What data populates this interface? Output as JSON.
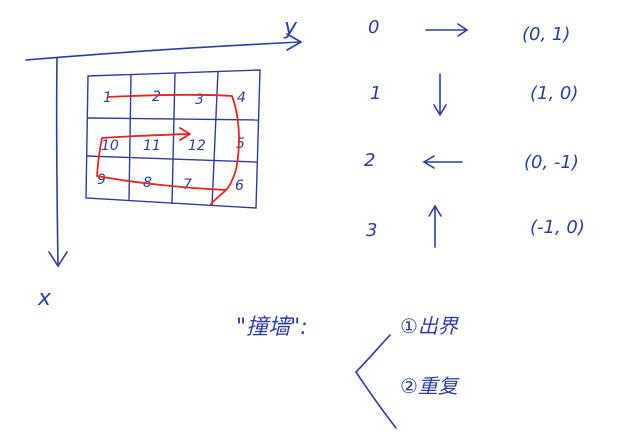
{
  "axes": {
    "y_label": "y",
    "x_label": "x"
  },
  "grid": {
    "rows": 3,
    "cols": 4,
    "cells": [
      [
        "1",
        "2",
        "3",
        "4"
      ],
      [
        "10",
        "11",
        "12",
        "5"
      ],
      [
        "9",
        "8",
        "7",
        "6"
      ]
    ]
  },
  "directions": [
    {
      "index": "0",
      "vector": "(0, 1)"
    },
    {
      "index": "1",
      "vector": "(1, 0)"
    },
    {
      "index": "2",
      "vector": "(0, -1)"
    },
    {
      "index": "3",
      "vector": "(-1, 0)"
    }
  ],
  "notes": {
    "title": "\"撞墙\":",
    "item1": "①出界",
    "item2": "②重复"
  },
  "colors": {
    "ink": "#2c3e9e",
    "path": "#e0281e",
    "background": "#ffffff"
  }
}
